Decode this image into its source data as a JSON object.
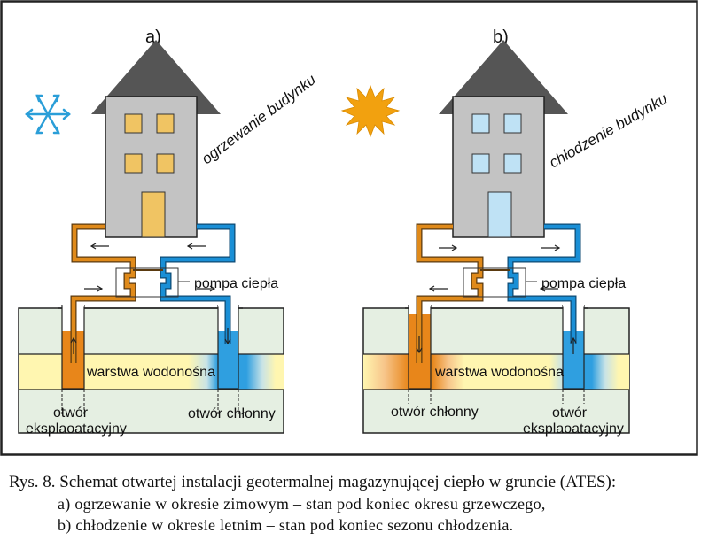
{
  "panel_a": {
    "title": "a)",
    "action": "ogrzewanie budynku",
    "pump": "pompa ciepła",
    "aquifer": "warstwa wodonośna",
    "left_well": [
      "otwór",
      "eksplaoatacyjny"
    ],
    "right_well": "otwór chłonny",
    "window_color": "#f0c463"
  },
  "panel_b": {
    "title": "b)",
    "action": "chłodzenie budynku",
    "pump": "pompa ciepła",
    "aquifer": "warstwa wodonośna",
    "left_well": "otwór chłonny",
    "right_well": [
      "otwór",
      "eksplaoatacyjny"
    ],
    "window_color": "#bfe2f5"
  },
  "colors": {
    "warm_pipe": "#e08a1a",
    "cold_pipe": "#1a8fd6",
    "aquifer": "#fff6b0",
    "ground": "#e5efe2",
    "house_wall": "#c3c3c3",
    "roof": "#555555"
  },
  "icons": {
    "winter": "snowflake-icon",
    "summer": "sun-icon"
  },
  "caption": {
    "title": "Rys. 8. Schemat otwartej instalacji geotermalnej magazynującej ciepło w gruncie (ATES):",
    "line_a": "a) ogrzewanie w okresie zimowym – stan pod koniec okresu grzewczego,",
    "line_b": "b) chłodzenie w okresie letnim – stan pod koniec sezonu chłodzenia."
  }
}
